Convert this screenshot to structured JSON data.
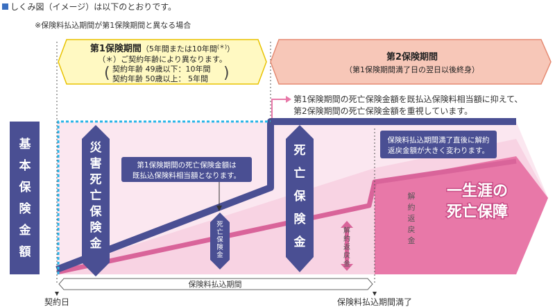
{
  "header": {
    "caption": "しくみ図（イメージ）は以下のとおりです。",
    "note": "※保険料払込期間が第1保険期間と異なる場合"
  },
  "period1": {
    "title": "第1保険期間",
    "title_note": "（5年間または10年間",
    "title_note_mark": "(＊)",
    "title_note_close": "）",
    "detail": "（＊）ご契約年齢により異なります。",
    "row1": "契約年齢 49歳以下：10年間",
    "row2": "契約年齢 50歳以上：  5年間"
  },
  "period2": {
    "title": "第2保険期間",
    "detail": "（第1保険期間満了日の翌日以後終身）"
  },
  "callout_top": {
    "line1": "第1保険期間の死亡保険金額を既払込保険料相当額に抑えて、",
    "line2": "第2保険期間の死亡保険金額を重視しています。"
  },
  "callout_mid": {
    "line1": "第1保険期間の死亡保険金額は",
    "line2": "既払込保険料相当額となります。"
  },
  "callout_right": {
    "line1": "保険料払込期間満了直後に解約",
    "line2": "返戻金額が大きく変わります。"
  },
  "labels": {
    "base_amount": "基本保険金額",
    "disaster_death": "災害死亡保険金",
    "death_small": "死亡保険金",
    "surrender_small_1": "解約返戻金",
    "death_big": "死亡保険金",
    "surrender_big": "解約返戻金",
    "lifetime_line1": "一生涯の",
    "lifetime_line2": "死亡保障"
  },
  "timeline": {
    "premium_period": "保険料払込期間",
    "contract_day": "契約日",
    "premium_end": "保険料払込期間満了"
  },
  "colors": {
    "navy": "#4a4f93",
    "pink_band": "#e0649a",
    "pink_light": "#f6cfe0",
    "pink_pale": "#fbeaf1",
    "yellow_fill": "#fff9c2",
    "yellow_stroke": "#e8c200",
    "salmon_fill": "#f7c7b8",
    "salmon_stroke": "#e58a72",
    "cyan": "#29b6e8",
    "bullet_blue": "#3a6fc0"
  }
}
